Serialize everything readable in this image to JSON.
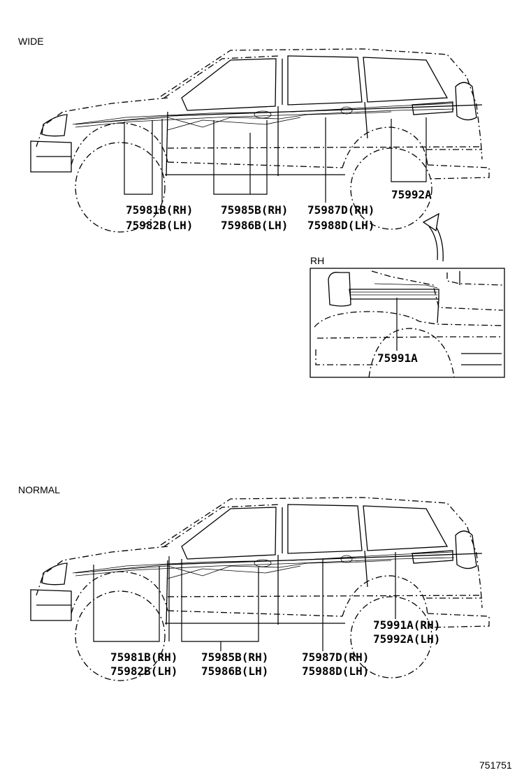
{
  "sections": {
    "wide": {
      "title": "WIDE",
      "parts": {
        "p75981b": "75981B(RH)",
        "p75982b": "75982B(LH)",
        "p75985b": "75985B(RH)",
        "p75986b": "75986B(LH)",
        "p75987d": "75987D(RH)",
        "p75988d": "75988D(LH)",
        "p75992a": "75992A"
      },
      "inset": {
        "title": "RH",
        "part": "75991A"
      }
    },
    "normal": {
      "title": "NORMAL",
      "parts": {
        "p75981b": "75981B(RH)",
        "p75982b": "75982B(LH)",
        "p75985b": "75985B(RH)",
        "p75986b": "75986B(LH)",
        "p75987d": "75987D(RH)",
        "p75988d": "75988D(LH)",
        "p75991a": "75991A(RH)",
        "p75992a": "75992A(LH)"
      }
    }
  },
  "diagram_number": "751751"
}
